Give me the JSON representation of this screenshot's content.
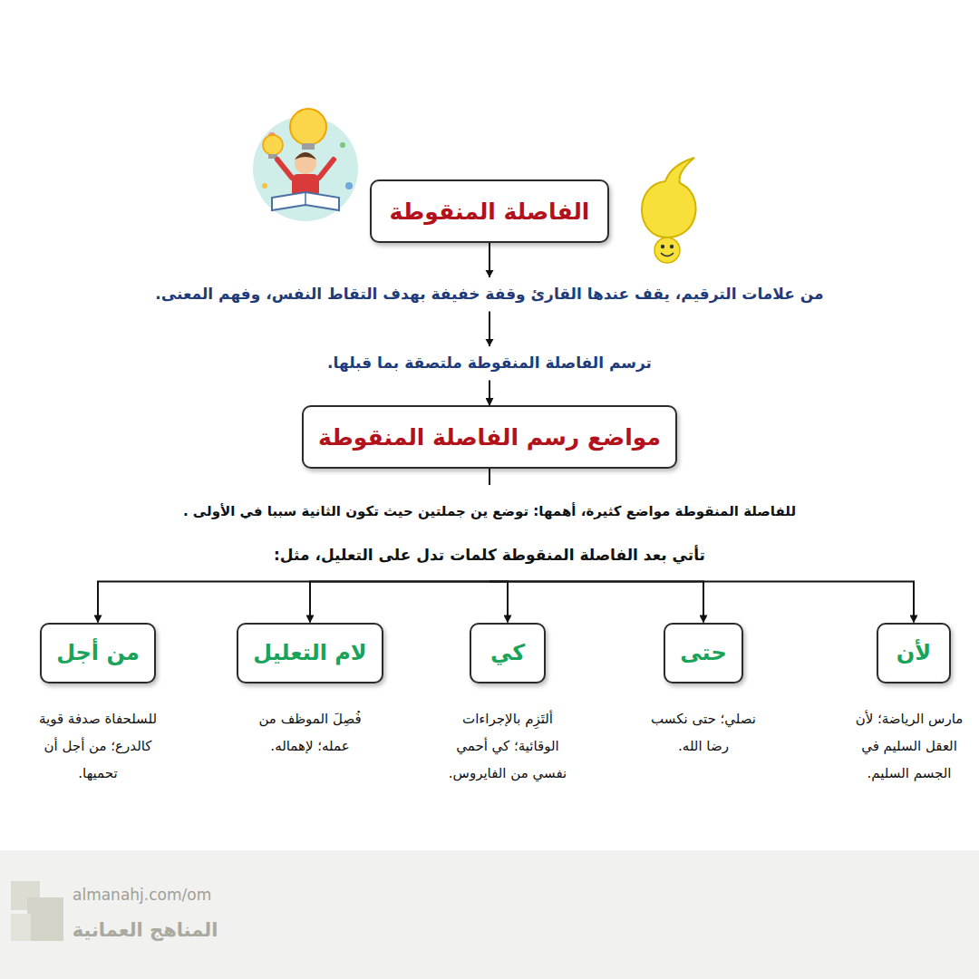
{
  "diagram": {
    "nodes": [
      {
        "text": [
          "الفاصلة المنقوطة"
        ]
      },
      {
        "text": [
          "مواضع رسم الفاصلة المنقوطة"
        ]
      },
      {
        "text": [
          "لأن"
        ]
      },
      {
        "text": [
          "حتى"
        ]
      },
      {
        "text": [
          "كي"
        ]
      },
      {
        "text": [
          "لام التعليل"
        ]
      },
      {
        "text": [
          "من أجل"
        ]
      }
    ],
    "edges": [
      {
        "from": 0,
        "to": 1,
        "arrow": "to"
      },
      {
        "from": 1,
        "to": 2,
        "arrow": "to"
      },
      {
        "from": 1,
        "to": 3,
        "arrow": "to"
      },
      {
        "from": 1,
        "to": 4,
        "arrow": "to"
      },
      {
        "from": 1,
        "to": 5,
        "arrow": "to"
      },
      {
        "from": 1,
        "to": 6,
        "arrow": "to"
      }
    ],
    "labels": [
      "من علامات الترقيم، يقف عندها القارئ وقفة خفيفة بهدف التقاط النفس، وفهم المعنى.",
      "ترسم الفاصلة المنقوطة ملتصقة بما قبلها.",
      "للفاصلة المنقوطة مواضع كثيرة، أهمها: توضع ين جملتين حيث تكون الثانية سببا في الأولى .",
      "تأتي بعد الفاصلة المنقوطة كلمات تدل على التعليل، مثل:",
      "مارس الرياضة؛ لأن العقل السليم في الجسم السليم.",
      "نصلي؛ حتى نكسب رضا الله.",
      "ألتَزِم بالإجراءات الوقائية؛ كي أحمي نفسي من الفايروس.",
      "فُصِلَ الموظف من عمله؛ لإهماله.",
      "للسلحفاة صدفة قوية كالدرع؛ من أجل أن تحميها.",
      "almanahj.com/om",
      "المناهج العمانية"
    ]
  }
}
